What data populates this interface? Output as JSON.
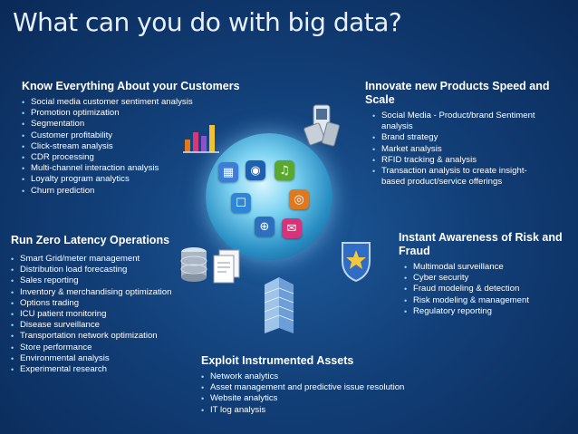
{
  "title": "What can you do with big data?",
  "sections": {
    "customers": {
      "heading": "Know Everything About your Customers",
      "items": [
        "Social media customer sentiment analysis",
        "Promotion optimization",
        "Segmentation",
        "Customer profitability",
        "Click-stream analysis",
        "CDR processing",
        "Multi-channel interaction analysis",
        "Loyalty program analytics",
        "Churn prediction"
      ]
    },
    "innovate": {
      "heading": "Innovate new Products Speed and Scale",
      "items": [
        "Social Media - Product/brand Sentiment analysis",
        "Brand strategy",
        "Market analysis",
        "RFID tracking & analysis",
        "Transaction analysis to create insight-based product/service offerings"
      ]
    },
    "latency": {
      "heading": "Run Zero Latency Operations",
      "items": [
        "Smart Grid/meter management",
        "Distribution load forecasting",
        "Sales reporting",
        "Inventory & merchandising optimization",
        "Options trading",
        "ICU patient monitoring",
        "Disease surveillance",
        "Transportation network optimization",
        "Store performance",
        "Environmental analysis",
        "Experimental research"
      ]
    },
    "risk": {
      "heading": "Instant Awareness of Risk and Fraud",
      "items": [
        "Multimodal surveillance",
        "Cyber security",
        "Fraud modeling & detection",
        "Risk modeling & management",
        "Regulatory reporting"
      ]
    },
    "assets": {
      "heading": "Exploit Instrumented Assets",
      "items": [
        "Network analytics",
        "Asset management and predictive issue resolution",
        "Website analytics",
        "IT log analysis"
      ]
    }
  },
  "colors": {
    "background": "#123f78",
    "bullet": "#8fd3ff"
  },
  "icons": [
    "globe-icon",
    "phone-icon",
    "chart-icon",
    "database-icon",
    "document-icon",
    "shield-icon",
    "building-icon",
    "video-icon",
    "music-icon",
    "camera-icon",
    "mail-icon",
    "store-icon",
    "browser-icon"
  ]
}
